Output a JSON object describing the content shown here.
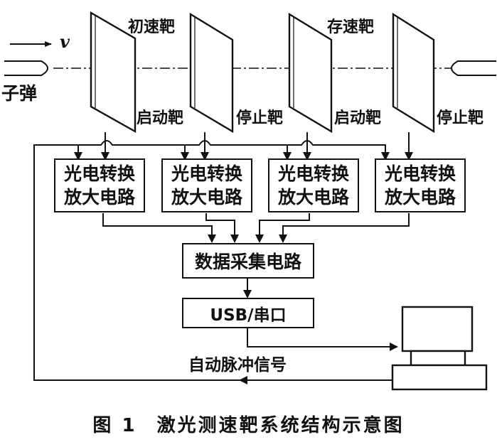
{
  "velocity_symbol": "v",
  "bullet_label": "子弹",
  "targets": {
    "initial_speed": "初速靶",
    "residual_speed": "存速靶",
    "start_1": "启动靶",
    "stop_1": "停止靶",
    "start_2": "启动靶",
    "stop_2": "停止靶"
  },
  "amplifiers": [
    {
      "line1": "光电转换",
      "line2": "放大电路"
    },
    {
      "line1": "光电转换",
      "line2": "放大电路"
    },
    {
      "line1": "光电转换",
      "line2": "放大电路"
    },
    {
      "line1": "光电转换",
      "line2": "放大电路"
    }
  ],
  "data_acquisition": "数据采集电路",
  "interface": "USB/串口",
  "auto_pulse": "自动脉冲信号",
  "caption": {
    "number": "图 1",
    "title": "激光测速靶系统结构示意图"
  }
}
